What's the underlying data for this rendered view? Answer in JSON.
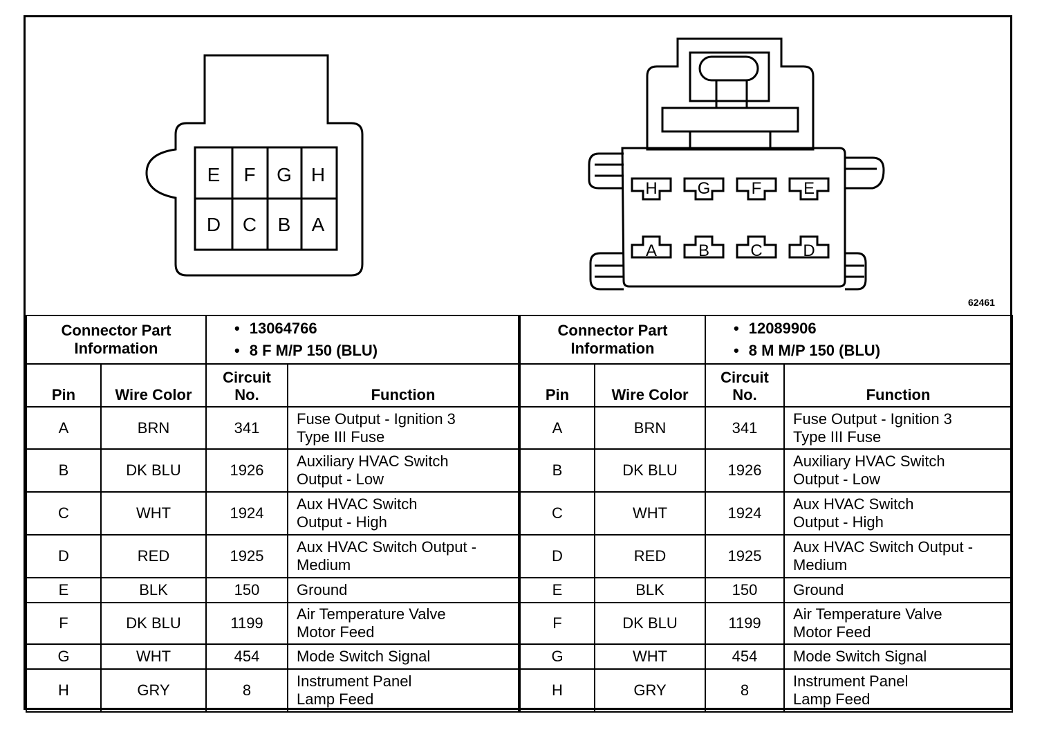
{
  "figure_id": "62461",
  "female_face": {
    "top_row": [
      "E",
      "F",
      "G",
      "H"
    ],
    "bottom_row": [
      "D",
      "C",
      "B",
      "A"
    ]
  },
  "male_face": {
    "top_row": [
      "H",
      "G",
      "F",
      "E"
    ],
    "bottom_row": [
      "A",
      "B",
      "C",
      "D"
    ]
  },
  "headers": {
    "connector_info": [
      "Connector Part",
      "Information"
    ],
    "pin": "Pin",
    "wire_color": "Wire Color",
    "circuit": [
      "Circuit",
      "No."
    ],
    "function": "Function"
  },
  "connectors": [
    {
      "part_number": "13064766",
      "description": "8 F M/P 150 (BLU)",
      "rows": [
        {
          "pin": "A",
          "color": "BRN",
          "circuit": "341",
          "function": [
            "Fuse Output - Ignition 3",
            "Type III Fuse"
          ]
        },
        {
          "pin": "B",
          "color": "DK BLU",
          "circuit": "1926",
          "function": [
            "Auxiliary HVAC Switch",
            "Output - Low"
          ]
        },
        {
          "pin": "C",
          "color": "WHT",
          "circuit": "1924",
          "function": [
            "Aux HVAC Switch",
            "Output - High"
          ]
        },
        {
          "pin": "D",
          "color": "RED",
          "circuit": "1925",
          "function": [
            "Aux HVAC Switch Output -",
            "Medium"
          ]
        },
        {
          "pin": "E",
          "color": "BLK",
          "circuit": "150",
          "function": [
            "Ground"
          ]
        },
        {
          "pin": "F",
          "color": "DK BLU",
          "circuit": "1199",
          "function": [
            "Air Temperature Valve",
            "Motor Feed"
          ]
        },
        {
          "pin": "G",
          "color": "WHT",
          "circuit": "454",
          "function": [
            "Mode Switch Signal"
          ]
        },
        {
          "pin": "H",
          "color": "GRY",
          "circuit": "8",
          "function": [
            "Instrument Panel",
            "Lamp Feed"
          ]
        }
      ]
    },
    {
      "part_number": "12089906",
      "description": "8 M M/P 150 (BLU)",
      "rows": [
        {
          "pin": "A",
          "color": "BRN",
          "circuit": "341",
          "function": [
            "Fuse Output - Ignition 3",
            "Type III Fuse"
          ]
        },
        {
          "pin": "B",
          "color": "DK BLU",
          "circuit": "1926",
          "function": [
            "Auxiliary HVAC Switch",
            "Output - Low"
          ]
        },
        {
          "pin": "C",
          "color": "WHT",
          "circuit": "1924",
          "function": [
            "Aux HVAC Switch",
            "Output - High"
          ]
        },
        {
          "pin": "D",
          "color": "RED",
          "circuit": "1925",
          "function": [
            "Aux HVAC Switch Output -",
            "Medium"
          ]
        },
        {
          "pin": "E",
          "color": "BLK",
          "circuit": "150",
          "function": [
            "Ground"
          ]
        },
        {
          "pin": "F",
          "color": "DK BLU",
          "circuit": "1199",
          "function": [
            "Air Temperature Valve",
            "Motor Feed"
          ]
        },
        {
          "pin": "G",
          "color": "WHT",
          "circuit": "454",
          "function": [
            "Mode Switch Signal"
          ]
        },
        {
          "pin": "H",
          "color": "GRY",
          "circuit": "8",
          "function": [
            "Instrument Panel",
            "Lamp Feed"
          ]
        }
      ]
    }
  ]
}
